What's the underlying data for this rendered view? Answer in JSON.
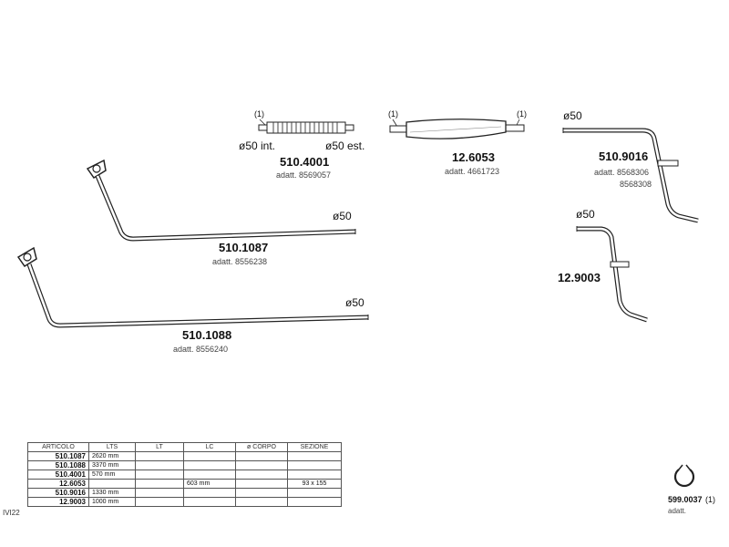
{
  "parts": {
    "p5104001": {
      "code": "510.4001",
      "adatt": "adatt. 8569057",
      "note_left": "(1)",
      "dia_left": "ø50  int.",
      "dia_right": "ø50  est."
    },
    "p126053": {
      "code": "12.6053",
      "adatt": "adatt. 4661723",
      "note_left": "(1)",
      "note_right": "(1)"
    },
    "p5109016": {
      "code": "510.9016",
      "adatt": "adatt. 8568306",
      "adatt2": "8568308",
      "dia": "ø50"
    },
    "p5101087": {
      "code": "510.1087",
      "adatt": "adatt. 8556238",
      "dia": "ø50"
    },
    "p129003": {
      "code": "12.9003",
      "dia": "ø50"
    },
    "p5101088": {
      "code": "510.1088",
      "adatt": "adatt. 8556240",
      "dia": "ø50"
    },
    "p5990037": {
      "code": "599.0037",
      "note": "(1)",
      "adatt": "adatt."
    }
  },
  "table": {
    "headers": [
      "ARTICOLO",
      "LTS",
      "LT",
      "LC",
      "ø CORPO",
      "SEZIONE"
    ],
    "rows": [
      {
        "articolo": "510.1087",
        "lts": "2620 mm",
        "lt": "",
        "lc": "",
        "corpo": "",
        "sezione": ""
      },
      {
        "articolo": "510.1088",
        "lts": "3370 mm",
        "lt": "",
        "lc": "",
        "corpo": "",
        "sezione": ""
      },
      {
        "articolo": "510.4001",
        "lts": "570 mm",
        "lt": "",
        "lc": "",
        "corpo": "",
        "sezione": ""
      },
      {
        "articolo": "12.6053",
        "lts": "",
        "lt": "",
        "lc": "603 mm",
        "corpo": "",
        "sezione": "93 x 155"
      },
      {
        "articolo": "510.9016",
        "lts": "1330 mm",
        "lt": "",
        "lc": "",
        "corpo": "",
        "sezione": ""
      },
      {
        "articolo": "12.9003",
        "lts": "1000 mm",
        "lt": "",
        "lc": "",
        "corpo": "",
        "sezione": ""
      }
    ]
  },
  "ref_code": "IVI22"
}
